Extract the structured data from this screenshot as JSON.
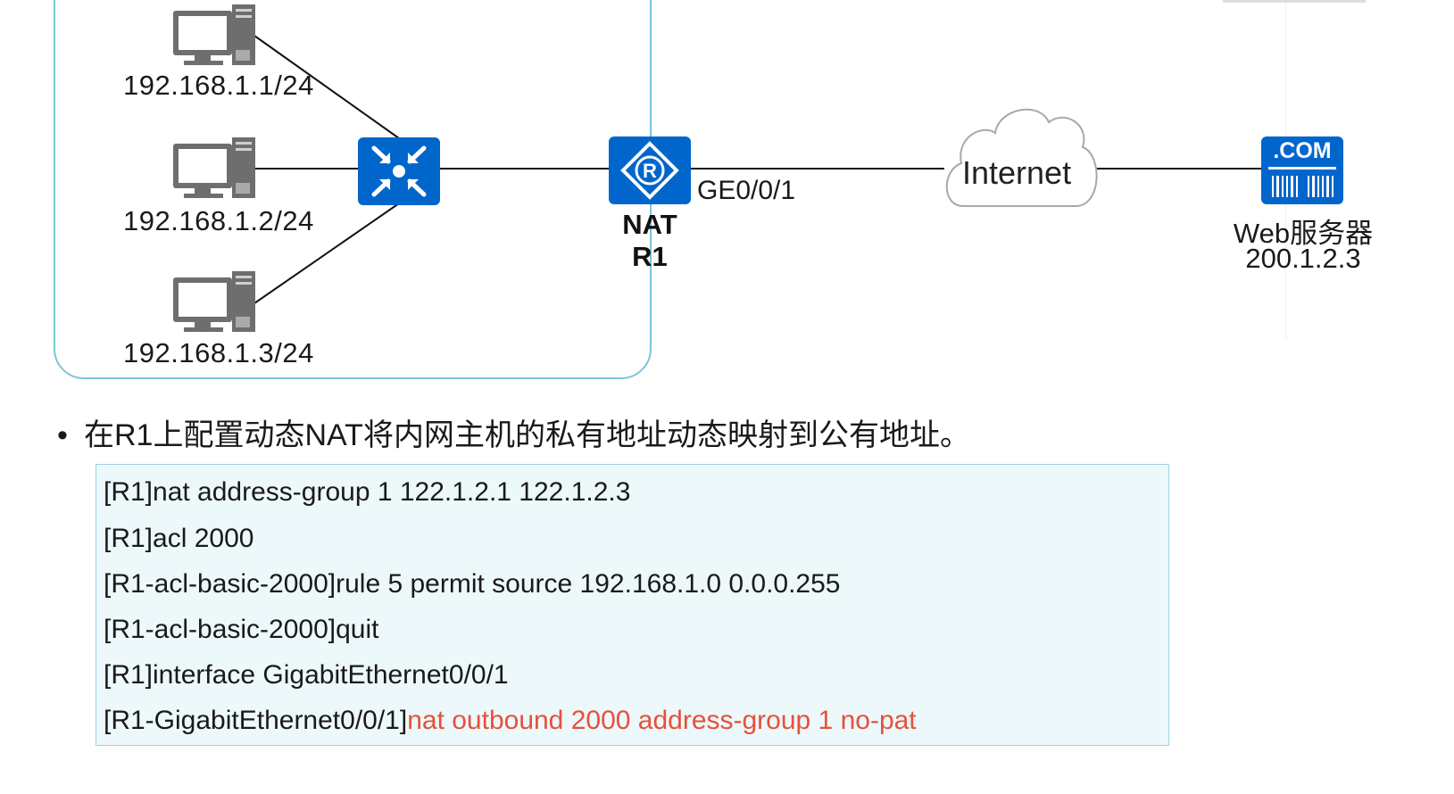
{
  "hosts": [
    {
      "ip": "192.168.1.1/24"
    },
    {
      "ip": "192.168.1.2/24"
    },
    {
      "ip": "192.168.1.3/24"
    }
  ],
  "router": {
    "label_line1": "NAT",
    "label_line2": "R1",
    "interface": "GE0/0/1",
    "icon_letter": "R"
  },
  "cloud": {
    "label": "Internet"
  },
  "server": {
    "badge": ".COM",
    "name": "Web服务器",
    "ip": "200.1.2.3"
  },
  "bullet": "在R1上配置动态NAT将内网主机的私有地址动态映射到公有地址。",
  "commands": [
    {
      "prefix": "[R1]nat address-group 1 122.1.2.1 122.1.2.3",
      "highlight": ""
    },
    {
      "prefix": "[R1]acl 2000",
      "highlight": ""
    },
    {
      "prefix": "[R1-acl-basic-2000]rule 5 permit source 192.168.1.0 0.0.0.255",
      "highlight": ""
    },
    {
      "prefix": "[R1-acl-basic-2000]quit",
      "highlight": ""
    },
    {
      "prefix": "[R1]interface GigabitEthernet0/0/1",
      "highlight": ""
    },
    {
      "prefix": "[R1-GigabitEthernet0/0/1]",
      "highlight": "nat outbound 2000 address-group 1 no-pat"
    }
  ],
  "colors": {
    "device_blue": "#0066cc",
    "highlight_red": "#e8503a",
    "lan_border": "#7cc6d8",
    "code_bg": "#edf8fb"
  },
  "icons": {
    "host": "computer-icon",
    "switch": "switch-icon",
    "router": "router-icon",
    "cloud": "cloud-icon",
    "server": "web-server-icon"
  }
}
